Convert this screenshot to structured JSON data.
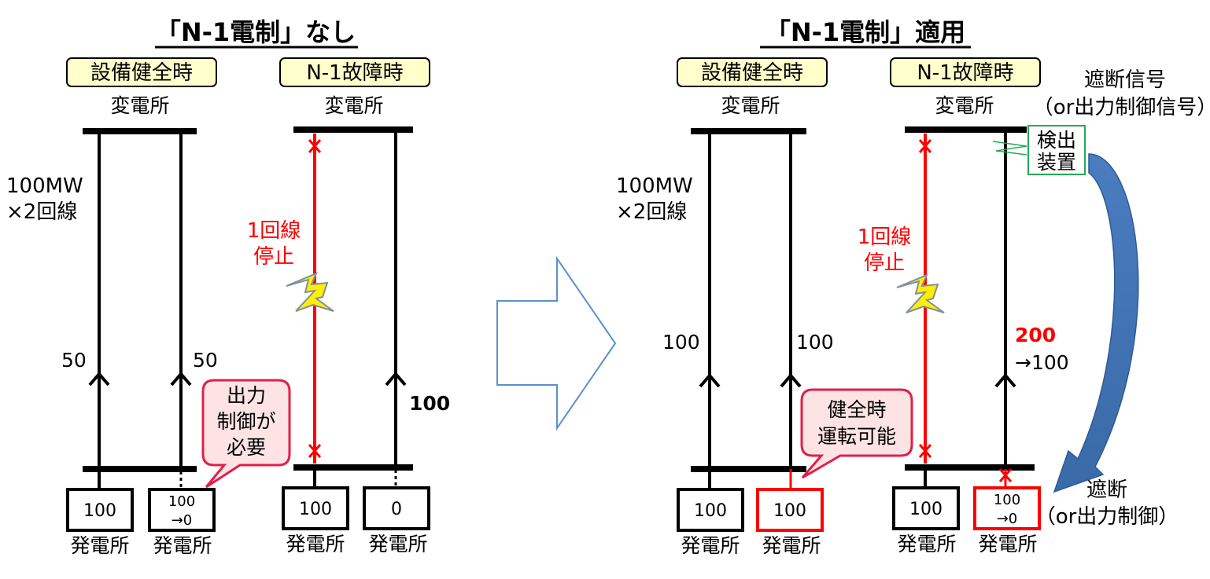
{
  "left_panel": {
    "title": "「N-1電制」なし",
    "state_normal": "設備健全時",
    "state_fault": "N-1故障時",
    "substation_normal": "変電所",
    "substation_fault": "変電所",
    "capacity_line1": "100MW",
    "capacity_line2": "×2回線",
    "fault_note_line1": "1回線",
    "fault_note_line2": "停止",
    "flow_left": "50",
    "flow_right": "50",
    "flow_fault": "100",
    "callout_line1": "出力",
    "callout_line2": "制御が",
    "callout_line3": "必要",
    "plant_a_value": "100",
    "plant_b_value_line1": "100",
    "plant_b_value_line2": "→0",
    "plant_c_value": "100",
    "plant_d_value": "0",
    "plant_label_a": "発電所",
    "plant_label_b": "発電所",
    "plant_label_c": "発電所",
    "plant_label_d": "発電所"
  },
  "right_panel": {
    "title": "「N-1電制」適用",
    "state_normal": "設備健全時",
    "state_fault": "N-1故障時",
    "substation_normal": "変電所",
    "substation_fault": "変電所",
    "capacity_line1": "100MW",
    "capacity_line2": "×2回線",
    "fault_note_line1": "1回線",
    "fault_note_line2": "停止",
    "flow_left": "100",
    "flow_right": "100",
    "flow_fault_before": "200",
    "flow_fault_after": "→100",
    "callout_line1": "健全時",
    "callout_line2": "運転可能",
    "detector_line1": "検出",
    "detector_line2": "装置",
    "signal_line1": "遮断信号",
    "signal_line2": "（or出力制御信号）",
    "trip_line1": "遮断",
    "trip_line2": "（or出力制御）",
    "plant_a_value": "100",
    "plant_b_value": "100",
    "plant_c_value": "100",
    "plant_d_value_line1": "100",
    "plant_d_value_line2": "→0",
    "plant_label_a": "発電所",
    "plant_label_b": "発電所",
    "plant_label_c": "発電所",
    "plant_label_d": "発電所"
  },
  "colors": {
    "line": "#000000",
    "fault": "#ff0000",
    "label_box_fill": "#ffffcc",
    "callout_fill": "#fde3e3",
    "callout_stroke": "#e0204a",
    "arrow_stroke": "#5b8fd0",
    "curved_arrow": "#3f6fae",
    "detector_stroke": "#22aa55",
    "lightning_fill": "#ffee00",
    "lightning_stroke": "#7f8fa0"
  }
}
